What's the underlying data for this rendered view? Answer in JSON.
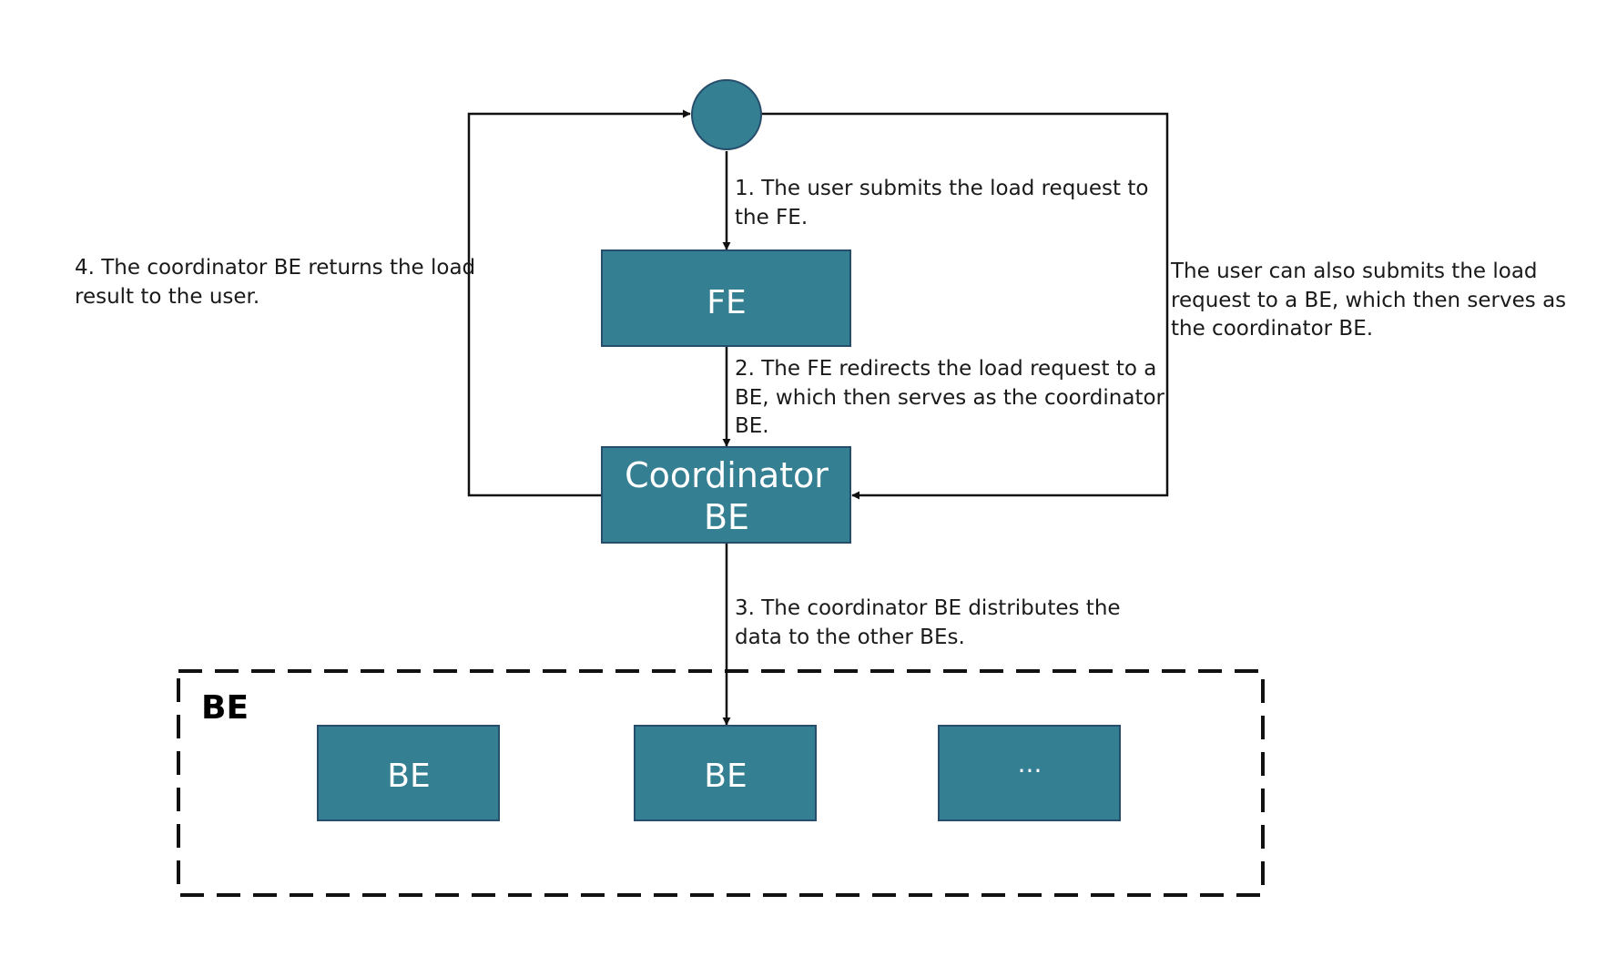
{
  "colors": {
    "node_fill": "#347f91",
    "node_stroke": "#264d6b",
    "node_text": "#ffffff",
    "line": "#111111",
    "text": "#1a1a1a"
  },
  "nodes": {
    "user": {
      "icon": "user-circle-icon"
    },
    "fe": {
      "label": "FE"
    },
    "coordinator": {
      "label_line1": "Coordinator",
      "label_line2": "BE"
    },
    "be_group": {
      "title": "BE",
      "items": [
        {
          "label": "BE"
        },
        {
          "label": "BE"
        },
        {
          "label": "···"
        }
      ]
    }
  },
  "annotations": {
    "step1": {
      "line1": "1. The user submits the load request to",
      "line2": "the FE."
    },
    "step2": {
      "line1": "2. The FE redirects the load request to a",
      "line2": "BE, which then serves as the coordinator",
      "line3": "BE."
    },
    "step3": {
      "line1": "3. The coordinator BE distributes the",
      "line2": "data to the other BEs."
    },
    "step4": {
      "line1": "4. The coordinator BE returns the load",
      "line2": "result to the user."
    },
    "alt": {
      "line1": "The user can also submits the load",
      "line2": "request to a BE, which then serves as",
      "line3": "the coordinator BE."
    }
  }
}
